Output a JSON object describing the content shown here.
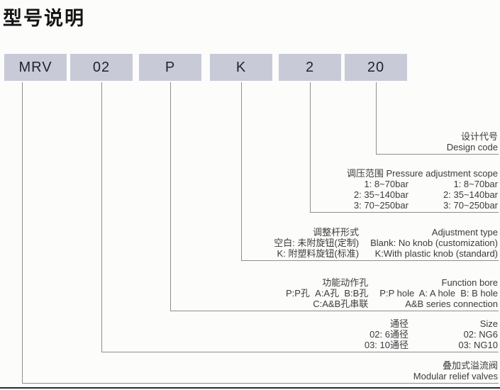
{
  "page_title": "型号说明",
  "model_code": {
    "segments": [
      {
        "code": "MRV"
      },
      {
        "code": "02"
      },
      {
        "code": "P"
      },
      {
        "code": "K"
      },
      {
        "code": "2"
      },
      {
        "code": "20"
      }
    ]
  },
  "annotations": {
    "design_code": {
      "zh": "设计代号",
      "en": "Design code"
    },
    "pressure": {
      "header_zh": "调压范围",
      "header_en": "Pressure adjustment scope",
      "rows": [
        {
          "zh": "1: 8~70bar",
          "en": "1: 8~70bar"
        },
        {
          "zh": "2: 35~140bar",
          "en": "2: 35~140bar"
        },
        {
          "zh": "3: 70~250bar",
          "en": "3: 70~250bar"
        }
      ]
    },
    "adjustment": {
      "header_zh": "调整杆形式",
      "header_en": "Adjustment type",
      "rows": [
        {
          "zh": "空白: 未附旋钮(定制)",
          "en": "Blank: No knob (customization)"
        },
        {
          "zh": "K: 附塑料旋钮(标准)",
          "en": "K:With plastic knob (standard)"
        }
      ]
    },
    "function_bore": {
      "header_zh": "功能动作孔",
      "header_en": "Function bore",
      "rows": [
        {
          "zh": "P:P孔  A:A孔  B:B孔",
          "en": "P:P hole  A: A hole  B: B hole"
        },
        {
          "zh": "C:A&B孔串联",
          "en": "A&B series connection"
        }
      ]
    },
    "size": {
      "header_zh": "通径",
      "header_en": "Size",
      "rows": [
        {
          "zh": "02: 6通径",
          "en": "02: NG6"
        },
        {
          "zh": "03: 10通径",
          "en": "03: NG10"
        }
      ]
    },
    "product": {
      "zh": "叠加式溢流阀",
      "en": "Modular relief valves"
    }
  },
  "colors": {
    "box_fill": "#c9cad7",
    "connector_line": "#8e8e8e",
    "text": "#3b3b3b",
    "bottom_rule": "#2b2b2b"
  }
}
